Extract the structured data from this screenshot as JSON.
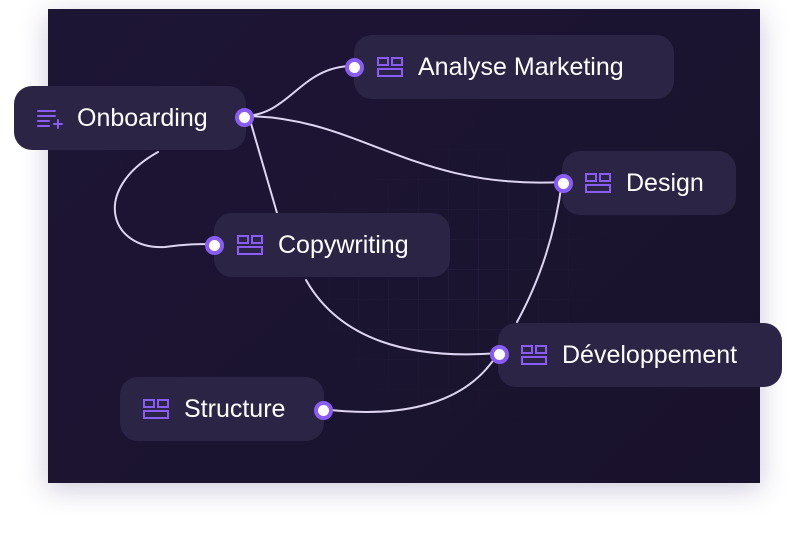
{
  "colors": {
    "accent": "#8a5cf6",
    "node_bg": "#2c2445",
    "board_bg": "#1b1430",
    "line": "#ddd5f2"
  },
  "nodes": {
    "onboarding": {
      "label": "Onboarding",
      "icon": "list-add-icon"
    },
    "analyse_marketing": {
      "label": "Analyse Marketing",
      "icon": "layout-icon"
    },
    "design": {
      "label": "Design",
      "icon": "layout-icon"
    },
    "copywriting": {
      "label": "Copywriting",
      "icon": "layout-icon"
    },
    "developpement": {
      "label": "Développement",
      "icon": "layout-icon"
    },
    "structure": {
      "label": "Structure",
      "icon": "layout-icon"
    }
  },
  "connections": [
    {
      "from": "Onboarding",
      "to": "Analyse Marketing"
    },
    {
      "from": "Onboarding",
      "to": "Design"
    },
    {
      "from": "Onboarding",
      "to": "Copywriting"
    },
    {
      "from": "Copywriting",
      "to": "Développement"
    },
    {
      "from": "Développement",
      "to": "Design"
    },
    {
      "from": "Structure",
      "to": "Développement"
    }
  ]
}
